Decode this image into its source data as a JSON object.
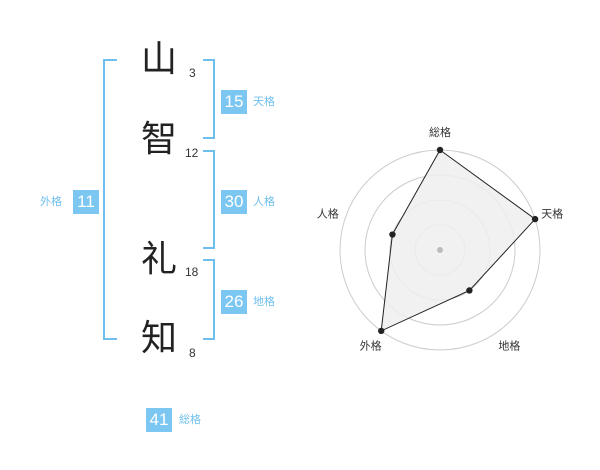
{
  "name": {
    "characters": [
      {
        "char": "山",
        "strokes": "3"
      },
      {
        "char": "智",
        "strokes": "12"
      },
      {
        "char": "礼",
        "strokes": "18"
      },
      {
        "char": "知",
        "strokes": "8"
      }
    ]
  },
  "fortunes": {
    "tenkaku": {
      "value": "15",
      "label": "天格"
    },
    "jinkaku": {
      "value": "30",
      "label": "人格"
    },
    "chikaku": {
      "value": "26",
      "label": "地格"
    },
    "gaikaku": {
      "value": "11",
      "label": "外格"
    },
    "soukaku": {
      "value": "41",
      "label": "総格"
    }
  },
  "radar": {
    "axes": [
      "総格",
      "天格",
      "地格",
      "外格",
      "人格"
    ],
    "scores": [
      4,
      4,
      2,
      4,
      2
    ],
    "max": 4,
    "levels": 4,
    "colors": {
      "grid": "#cccccc",
      "fill": "#eeeeee",
      "line": "#222222",
      "center": "#bbbbbb"
    }
  },
  "colors": {
    "accent": "#7cc7f1"
  }
}
